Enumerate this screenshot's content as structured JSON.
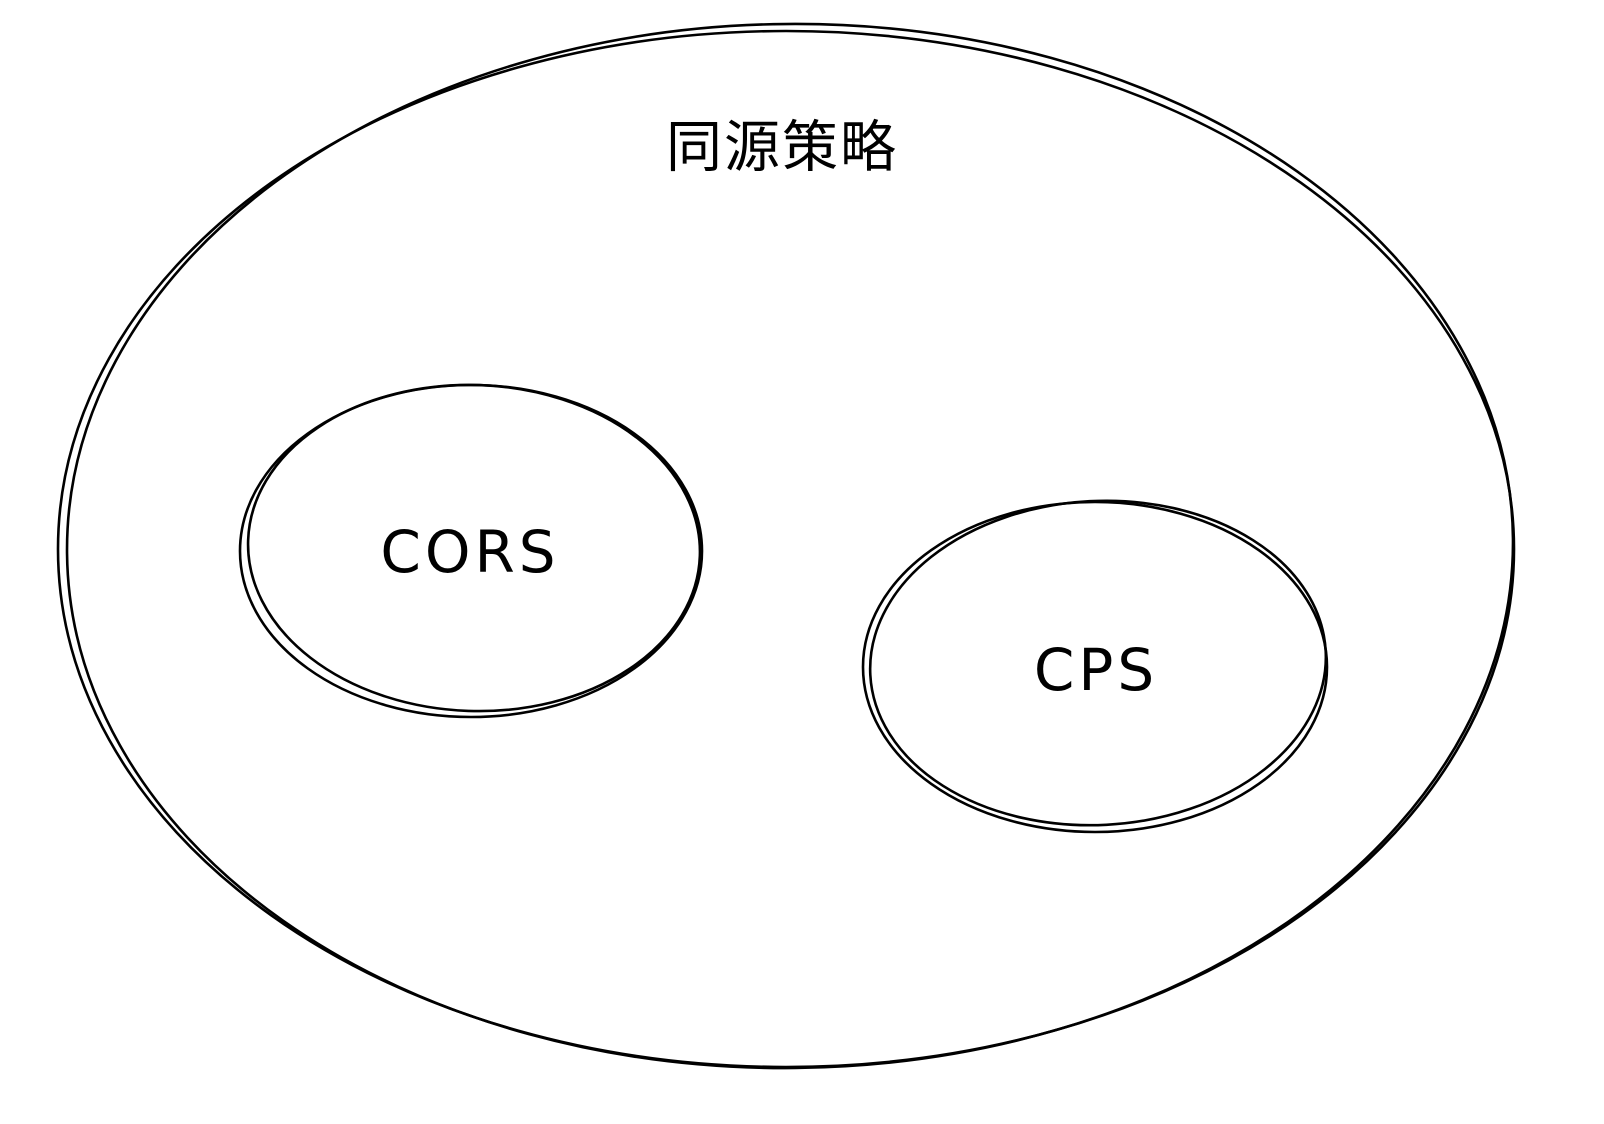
{
  "diagram": {
    "outer_set": {
      "label": "同源策略"
    },
    "inner_sets": [
      {
        "label": "CORS"
      },
      {
        "label": "CPS"
      }
    ],
    "stroke_color": "#000000",
    "background": "#ffffff"
  }
}
